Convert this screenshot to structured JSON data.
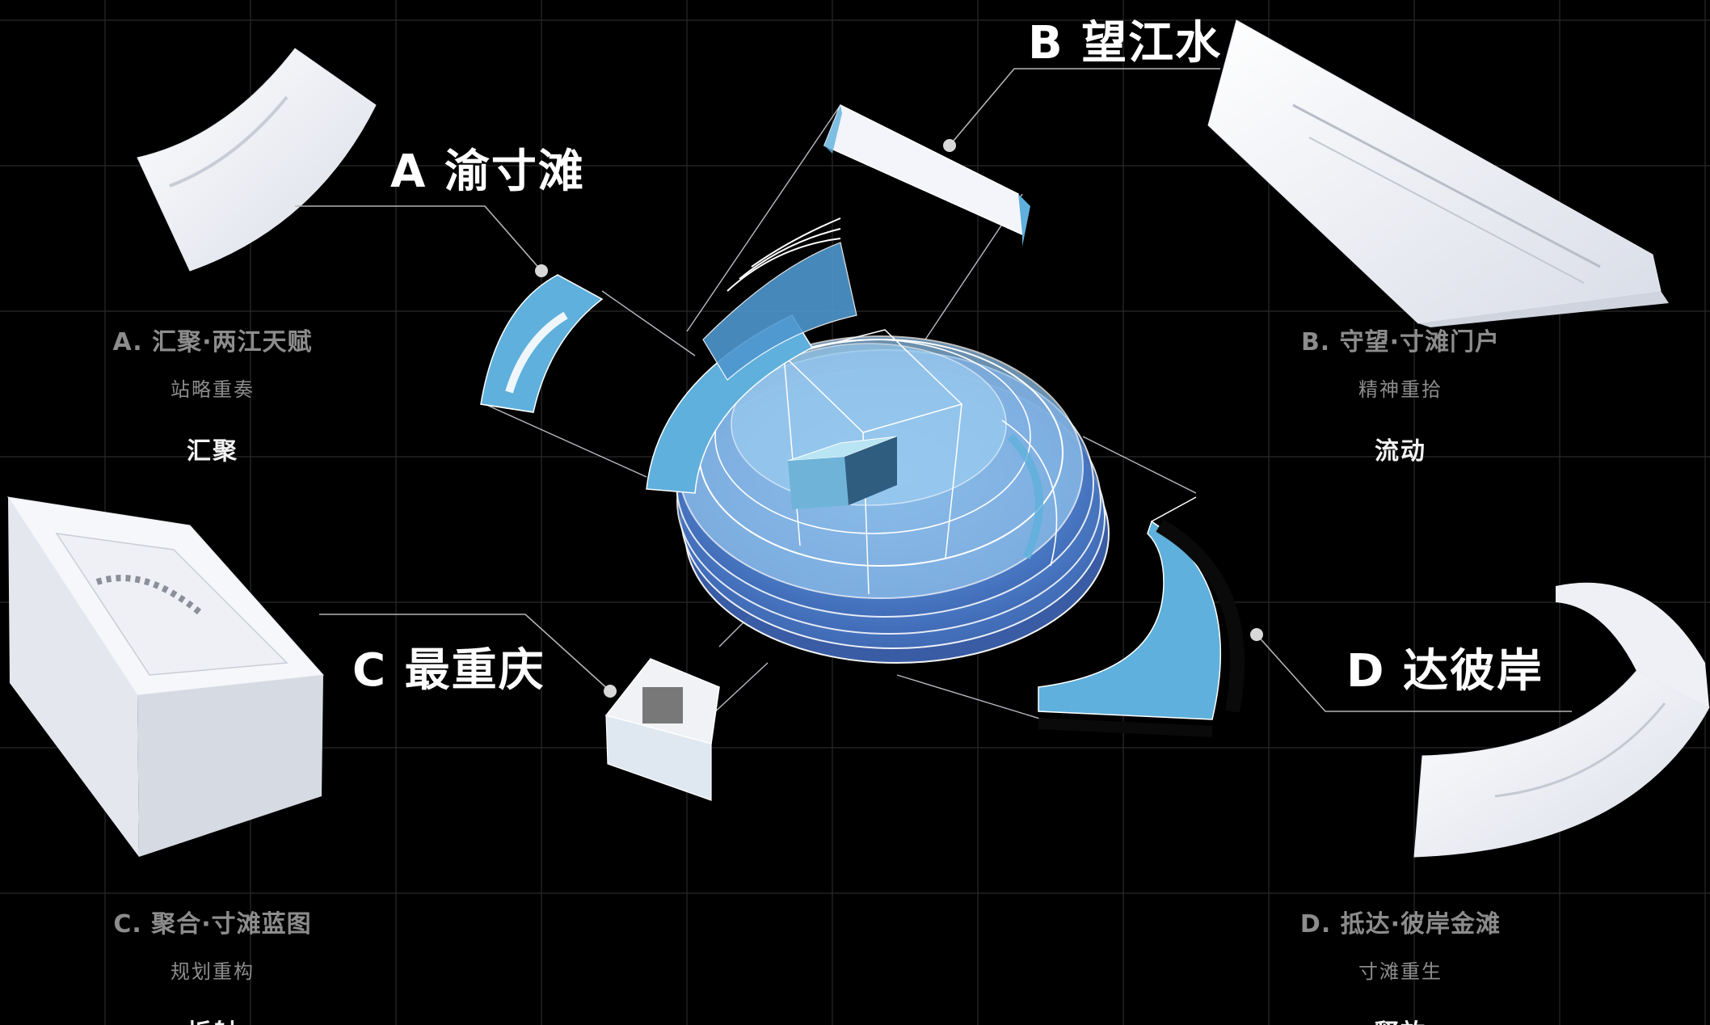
{
  "headings": {
    "a": "A 渝寸滩",
    "b": "B 望江水",
    "c": "C 最重庆",
    "d": "D 达彼岸"
  },
  "captions": {
    "a": {
      "title": "A. 汇聚·两江天赋",
      "subtitle": "站略重奏",
      "keyword": "汇聚"
    },
    "b": {
      "title": "B. 守望·寸滩门户",
      "subtitle": "精神重拾",
      "keyword": "流动"
    },
    "c": {
      "title": "C. 聚合·寸滩蓝图",
      "subtitle": "规划重构",
      "keyword": "折射"
    },
    "d": {
      "title": "D. 抵达·彼岸金滩",
      "subtitle": "寸滩重生",
      "keyword": "释放"
    }
  },
  "colors": {
    "background": "#000000",
    "grid": "#2a2a2a",
    "accent_blue": "#5fb0dc",
    "model_white": "#f3f5fa",
    "leader_line": "#b4b4b4"
  }
}
